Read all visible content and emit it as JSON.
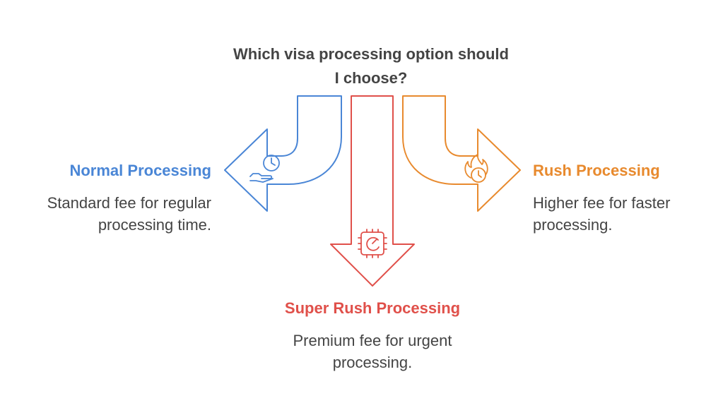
{
  "question": {
    "line1": "Which visa processing option should",
    "line2": "I choose?"
  },
  "options": [
    {
      "key": "normal",
      "title": "Normal Processing",
      "desc_line1": "Standard fee for regular",
      "desc_line2": "processing time.",
      "color": "#4a86d6",
      "icon": "clock-hand-icon"
    },
    {
      "key": "super_rush",
      "title": "Super Rush Processing",
      "desc_line1": "Premium fee for urgent",
      "desc_line2": "processing.",
      "color": "#e0504a",
      "icon": "speed-chip-icon"
    },
    {
      "key": "rush",
      "title": "Rush Processing",
      "desc_line1": "Higher fee for faster",
      "desc_line2": "processing.",
      "color": "#e88a2e",
      "icon": "fire-clock-icon"
    }
  ]
}
